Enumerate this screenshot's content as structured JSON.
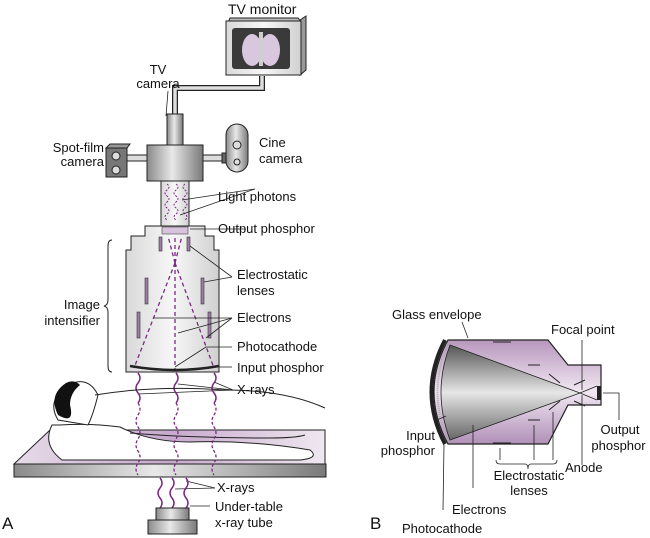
{
  "panels": {
    "a": {
      "letter": "A",
      "labels": {
        "tv_monitor": "TV monitor",
        "tv_camera_1": "TV",
        "tv_camera_2": "camera",
        "spot_film_1": "Spot-film",
        "spot_film_2": "camera",
        "cine_1": "Cine",
        "cine_2": "camera",
        "light_photons": "Light photons",
        "output_phosphor": "Output phosphor",
        "image_intensifier_1": "Image",
        "image_intensifier_2": "intensifier",
        "electrostatic_1": "Electrostatic",
        "electrostatic_2": "lenses",
        "electrons": "Electrons",
        "photocathode": "Photocathode",
        "input_phosphor": "Input phosphor",
        "xrays_top": "X-rays",
        "xrays_bottom": "X-rays",
        "tube_1": "Under-table",
        "tube_2": "x-ray tube"
      }
    },
    "b": {
      "letter": "B",
      "labels": {
        "glass_envelope": "Glass envelope",
        "focal_point": "Focal point",
        "input_phosphor_1": "Input",
        "input_phosphor_2": "phosphor",
        "output_phosphor_1": "Output",
        "output_phosphor_2": "phosphor",
        "anode": "Anode",
        "electrostatic_1": "Electrostatic",
        "electrostatic_2": "lenses",
        "electrons": "Electrons",
        "photocathode": "Photocathode"
      }
    }
  },
  "colors": {
    "purple": "#7a2a82",
    "lavender": "#cdb3d3",
    "gray": "#cfcfcf",
    "dark": "#222222"
  }
}
